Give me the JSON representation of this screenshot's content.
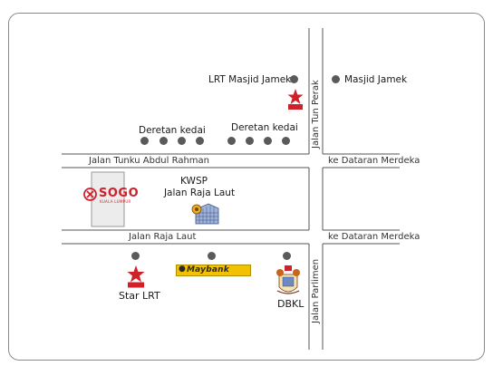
{
  "roads": {
    "jalan_tun_perak": "Jalan Tun Perak",
    "jalan_tunku_abdul_rahman": "Jalan Tunku Abdul Rahman",
    "jalan_raja_laut": "Jalan Raja Laut",
    "jalan_parlimen": "Jalan Parlimen",
    "ke_dataran_merdeka_top": "ke Dataran Merdeka",
    "ke_dataran_merdeka_bottom": "ke Dataran Merdeka"
  },
  "landmarks": {
    "lrt_masjid_jamek": "LRT Masjid Jamek",
    "masjid_jamek": "Masjid Jamek",
    "deretan_kedai_left": "Deretan kedai",
    "deretan_kedai_right": "Deretan kedai",
    "kwsp_line1": "KWSP",
    "kwsp_line2": "Jalan Raja Laut",
    "star_lrt": "Star LRT",
    "dbkl": "DBKL"
  },
  "logos": {
    "sogo": "SOGO",
    "sogo_sub": "KUALA LUMPUR",
    "star": "STAR",
    "maybank": "Maybank"
  },
  "colors": {
    "road_line": "#555555",
    "dot": "#5a5a5a",
    "sogo_red": "#d0202a",
    "maybank_yellow": "#f2c200",
    "star_red": "#d0202a"
  }
}
